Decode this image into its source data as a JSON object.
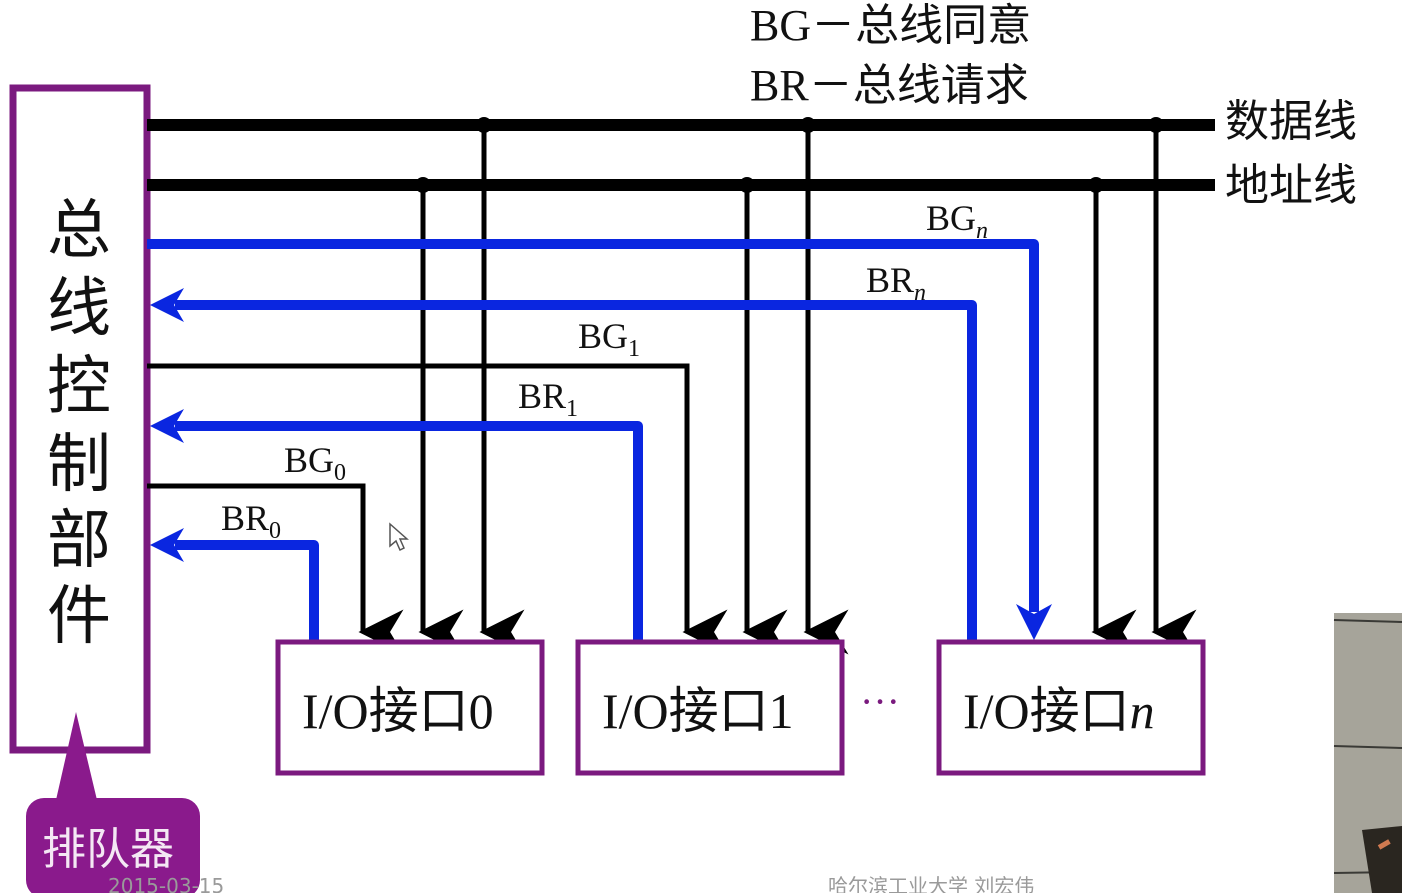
{
  "legend": {
    "bg": "BG－总线同意",
    "br": "BR－总线请求"
  },
  "buses": {
    "data": "数据线",
    "address": "地址线"
  },
  "controller": {
    "label_chars": [
      "总",
      "线",
      "控",
      "制",
      "部",
      "件"
    ]
  },
  "callout": {
    "label": "排队器"
  },
  "signals": {
    "bg0": {
      "base": "BG",
      "sub": "0"
    },
    "br0": {
      "base": "BR",
      "sub": "0"
    },
    "bg1": {
      "base": "BG",
      "sub": "1"
    },
    "br1": {
      "base": "BR",
      "sub": "1"
    },
    "bgn": {
      "base": "BG",
      "sub": "n"
    },
    "brn": {
      "base": "BR",
      "sub": "n"
    }
  },
  "interfaces": [
    {
      "prefix": "I/O接口",
      "index": "0"
    },
    {
      "prefix": "I/O接口",
      "index": "1"
    },
    {
      "prefix": "I/O接口",
      "index": "n"
    }
  ],
  "ellipsis": "···",
  "footer": {
    "date": "2015-03-15",
    "author": "哈尔滨工业大学  刘宏伟"
  },
  "colors": {
    "frame": "#7b1a7f",
    "request_grant_highlight": "#0a26e0",
    "wire": "#000000",
    "callout_fill": "#8a1a8c"
  }
}
